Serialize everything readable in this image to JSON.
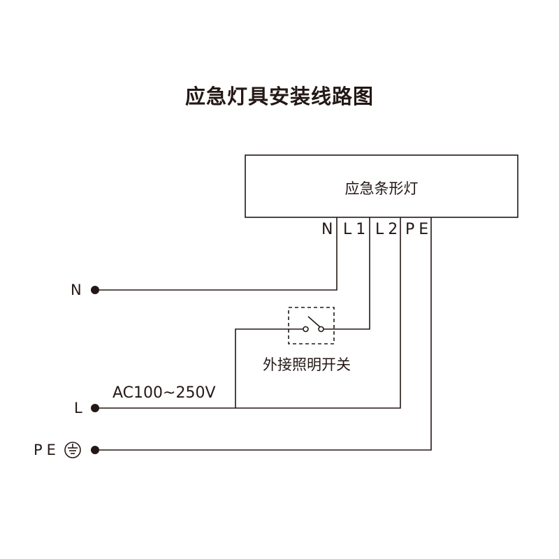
{
  "title": "应急灯具安装线路图",
  "device_label": "应急条形灯",
  "terminals": [
    "N",
    "L1",
    "L2",
    "PE"
  ],
  "inputs": {
    "n": "N",
    "l": "L",
    "pe": "PE"
  },
  "voltage": "AC100~250V",
  "switch_label": "外接照明开关"
}
